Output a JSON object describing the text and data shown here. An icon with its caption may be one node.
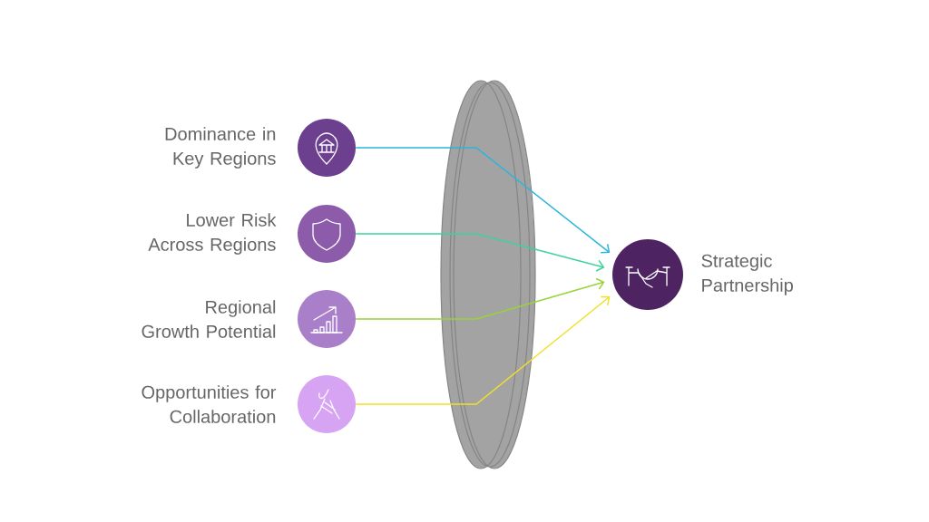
{
  "diagram": {
    "nodes": [
      {
        "text": [
          "Dominance in Key Regions"
        ]
      },
      {
        "text": [
          "Lower Risk Across Regions"
        ]
      },
      {
        "text": [
          "Regional Growth Potential"
        ]
      },
      {
        "text": [
          "Opportunities for Collaboration"
        ]
      },
      {
        "text": [
          "Strategic Partnership"
        ]
      }
    ],
    "edges": [
      {
        "from": 0,
        "to": 4,
        "arrow": "to",
        "color": "#2bb5dc"
      },
      {
        "from": 1,
        "to": 4,
        "arrow": "to",
        "color": "#3dd39a"
      },
      {
        "from": 2,
        "to": 4,
        "arrow": "to",
        "color": "#9ad23a"
      },
      {
        "from": 3,
        "to": 4,
        "arrow": "to",
        "color": "#f0e02a"
      }
    ]
  }
}
